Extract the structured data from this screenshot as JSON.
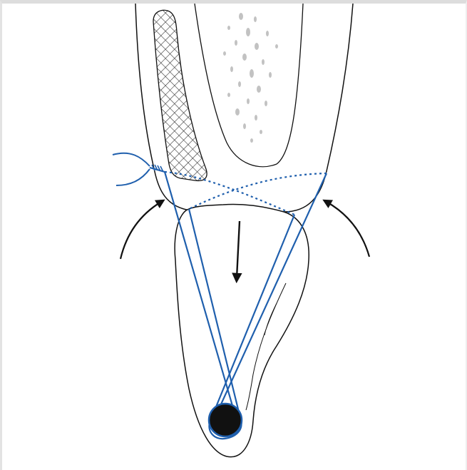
{
  "figure": {
    "type": "illustration",
    "labels": [],
    "colors": {
      "outline": "#111111",
      "suture": "#1f5fad",
      "speckle": "#c2c2c2",
      "background": "#ffffff",
      "frame": "#dddddd",
      "hatch": "#333333"
    },
    "icons": [
      "bone-shaft-illustration",
      "medullary-canal-speckle",
      "cross-hatched-implant",
      "bone-fragment-illustration",
      "suture-loop",
      "suture-knot",
      "anchor-dot",
      "curved-arrow-left",
      "curved-arrow-right",
      "straight-arrow-down"
    ]
  }
}
